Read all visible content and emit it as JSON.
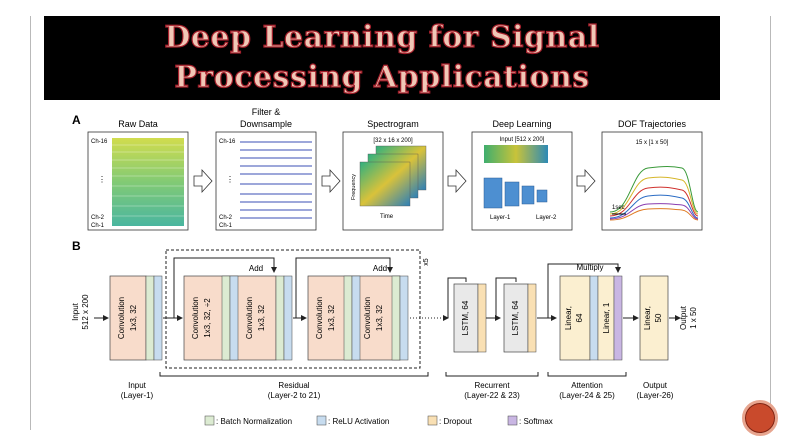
{
  "slide_title": {
    "line1": "Deep Learning for Signal",
    "line2": "Processing Applications"
  },
  "panel_a": {
    "label": "A",
    "stages": [
      {
        "title": "Raw Data",
        "ch_top": "Ch-16",
        "ellipsis": "⋮",
        "ch2": "Ch-2",
        "ch1": "Ch-1"
      },
      {
        "title_line1": "Filter &",
        "title_line2": "Downsample",
        "ch_top": "Ch-16",
        "ellipsis": "⋮",
        "ch2": "Ch-2",
        "ch1": "Ch-1"
      },
      {
        "title": "Spectrogram",
        "dims": "[32 x 16 x 200]",
        "y_axis": "Frequency",
        "x_axis": "Time"
      },
      {
        "title": "Deep Learning",
        "input": "Input [512 x 200]",
        "layer1": "Layer-1",
        "layer2": "Layer-2"
      },
      {
        "title": "DOF Trajectories",
        "dims": "15 x [1 x 50]",
        "scale": "1sec"
      }
    ]
  },
  "panel_b": {
    "label": "B",
    "input_text": "Input",
    "input_dims": "512 x 200",
    "output_text": "Output",
    "output_dims": "1 x 50",
    "conv_input": "Convolution",
    "conv_input_sub": "1x3, 32",
    "conv_res1": "Convolution",
    "conv_res1_sub": "1x3, 32, ÷2",
    "conv_res2": "Convolution",
    "conv_res2_sub": "1x3, 32",
    "conv_res3": "Convolution",
    "conv_res3_sub": "1x3, 32",
    "conv_res4": "Convolution",
    "conv_res4_sub": "1x3, 32",
    "add1": "Add",
    "add2": "Add",
    "repeat": "x5",
    "lstm1": "LSTM, 64",
    "lstm2": "LSTM, 64",
    "multiply": "Multiply",
    "linear1": "Linear,",
    "linear1_sub": "64",
    "linear2": "Linear, 1",
    "linear_out": "Linear,",
    "linear_out_sub": "50",
    "groups": [
      {
        "name": "Input",
        "sub": "(Layer-1)"
      },
      {
        "name": "Residual",
        "sub": "(Layer-2 to 21)"
      },
      {
        "name": "Recurrent",
        "sub": "(Layer-22 & 23)"
      },
      {
        "name": "Attention",
        "sub": "(Layer-24 & 25)"
      },
      {
        "name": "Output",
        "sub": "(Layer-26)"
      }
    ],
    "legend": [
      {
        "label": ": Batch Normalization",
        "color": "#dcebd2"
      },
      {
        "label": ": ReLU Activation",
        "color": "#c7dcef"
      },
      {
        "label": ": Dropout",
        "color": "#f9e0b4"
      },
      {
        "label": ": Softmax",
        "color": "#c9b6e3"
      }
    ]
  },
  "colors": {
    "conv_fill": "#f8dccb",
    "linear_fill": "#fbefd0",
    "lstm_fill": "#e9e9e9",
    "bn": "#dcebd2",
    "relu": "#c7dcef",
    "dropout": "#f9e0b4",
    "softmax": "#c9b6e3"
  }
}
